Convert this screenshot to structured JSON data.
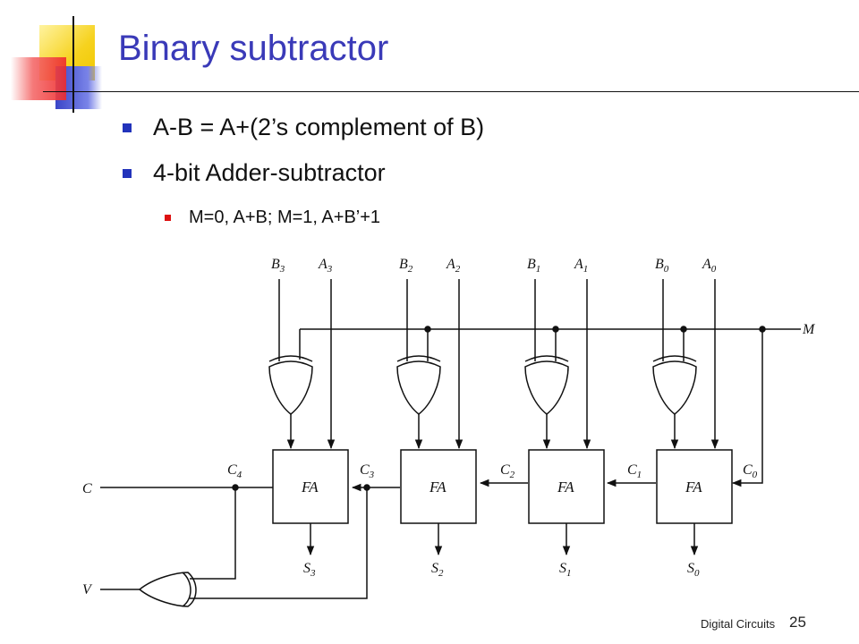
{
  "slide": {
    "title": "Binary subtractor",
    "bullets": [
      {
        "level": 1,
        "text": "A-B = A+(2’s complement of B)"
      },
      {
        "level": 1,
        "text": "4-bit Adder-subtractor"
      },
      {
        "level": 2,
        "text": "M=0, A+B; M=1, A+B’+1"
      }
    ],
    "footer": "Digital Circuits",
    "page_number": "25"
  },
  "diagram": {
    "stages": [
      {
        "b": "B",
        "b_sub": "3",
        "a": "A",
        "a_sub": "3",
        "fa": "FA",
        "s": "S",
        "s_sub": "3",
        "cin": "C",
        "cin_sub": "3"
      },
      {
        "b": "B",
        "b_sub": "2",
        "a": "A",
        "a_sub": "2",
        "fa": "FA",
        "s": "S",
        "s_sub": "2",
        "cin": "C",
        "cin_sub": "2"
      },
      {
        "b": "B",
        "b_sub": "1",
        "a": "A",
        "a_sub": "1",
        "fa": "FA",
        "s": "S",
        "s_sub": "1",
        "cin": "C",
        "cin_sub": "1"
      },
      {
        "b": "B",
        "b_sub": "0",
        "a": "A",
        "a_sub": "0",
        "fa": "FA",
        "s": "S",
        "s_sub": "0",
        "cin": "C",
        "cin_sub": "0"
      }
    ],
    "mode_label": "M",
    "carry_out_label": "C",
    "carry_out_node": "C",
    "carry_out_node_sub": "4",
    "overflow_label": "V"
  },
  "colors": {
    "title": "#3a3ab8",
    "bullet_l1": "#2233bb",
    "bullet_l2": "#dd1111",
    "deco_yellow": "#f6d21e",
    "deco_blue": "#3a46c8",
    "deco_red": "#ee2a2a"
  }
}
